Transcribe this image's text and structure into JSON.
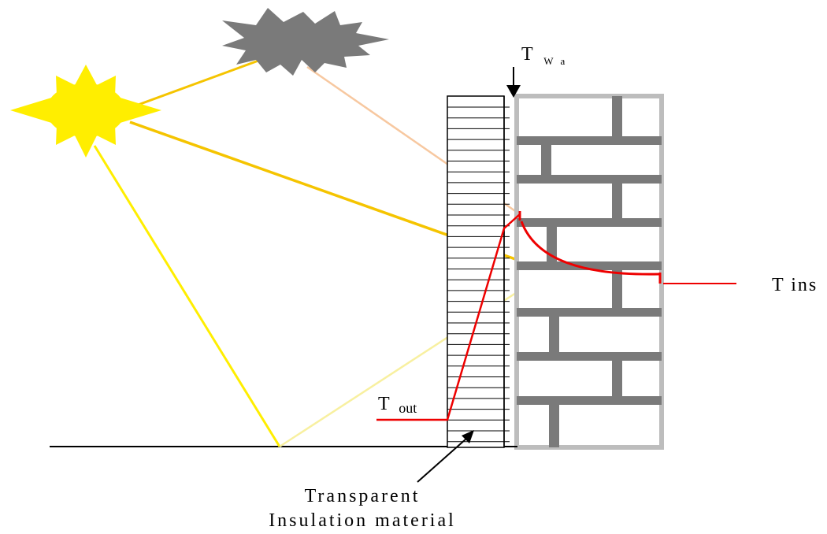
{
  "labels": {
    "t_wall_main": "T",
    "t_wall_sub": "W a",
    "t_ins": "T ins",
    "t_out_main": "T",
    "t_out_sub": "out",
    "caption_line1": "Transparent",
    "caption_line2": "Insulation material"
  },
  "colors": {
    "sun": "#ffee00",
    "ray_strong": "#f5c400",
    "ray_light": "#f8eea0",
    "ray_cloud": "#f7c8a0",
    "cloud": "#7a7a7a",
    "brick": "#7a7a7a",
    "wall_frame": "#bdbdbd",
    "temp_profile": "#ee0000",
    "ink": "#000000"
  }
}
